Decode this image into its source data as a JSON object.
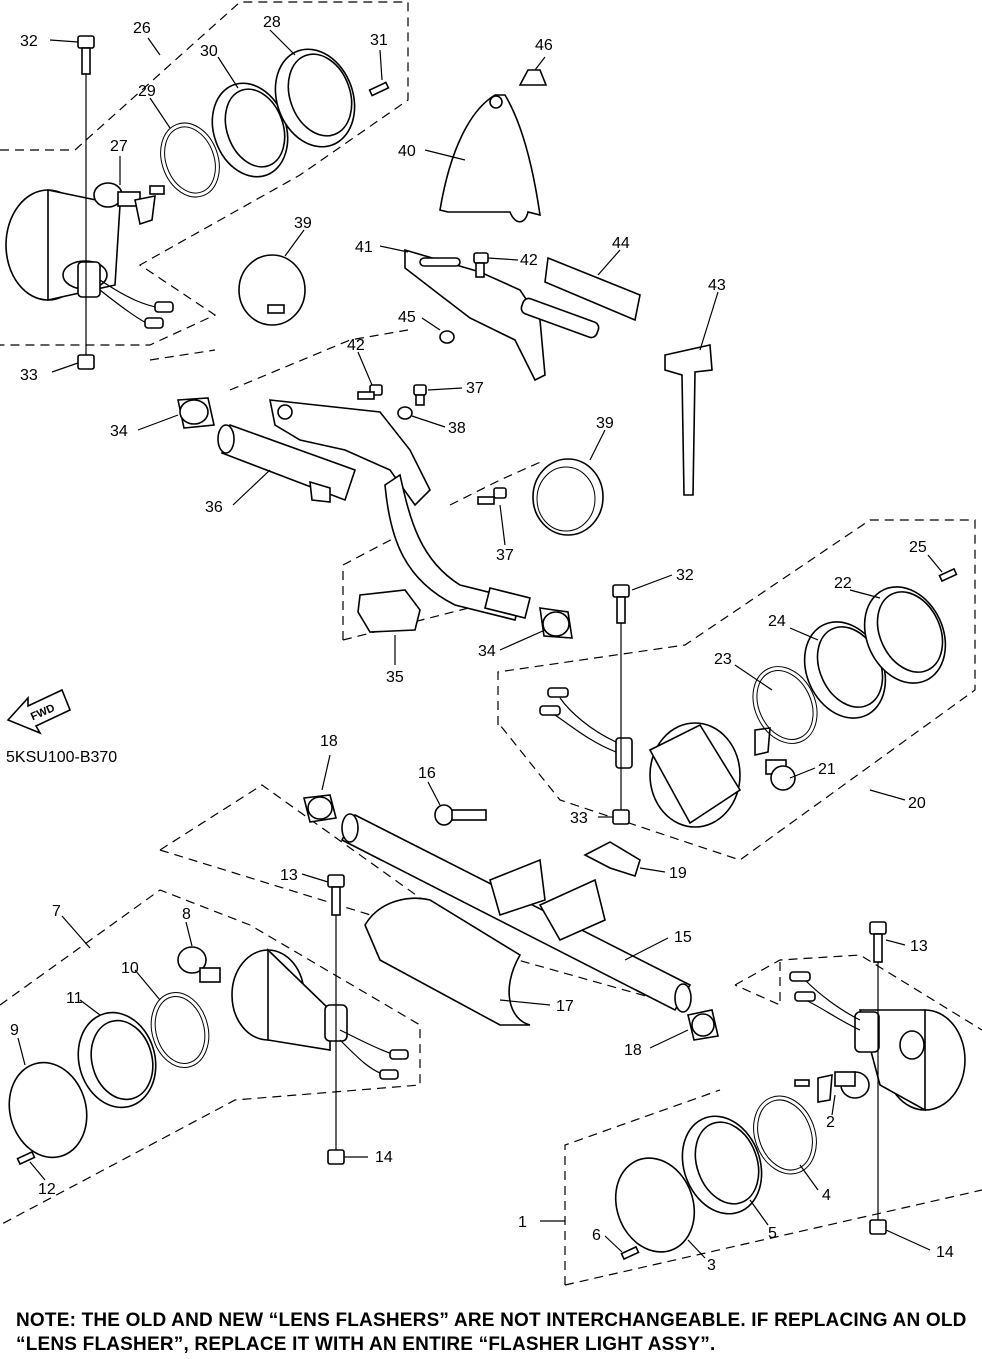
{
  "diagram_code": "5KSU100-B370",
  "fwd_label": "FWD",
  "note": "NOTE: THE OLD AND NEW “LENS FLASHERS” ARE NOT INTERCHANGEABLE. IF REPLACING AN OLD “LENS FLASHER”, REPLACE IT WITH AN ENTIRE “FLASHER LIGHT ASSY”.",
  "callouts": {
    "n1": "1",
    "n2": "2",
    "n3": "3",
    "n4": "4",
    "n5": "5",
    "n6": "6",
    "n7": "7",
    "n8": "8",
    "n9": "9",
    "n10": "10",
    "n11": "11",
    "n12": "12",
    "n13a": "13",
    "n13b": "13",
    "n14a": "14",
    "n14b": "14",
    "n15": "15",
    "n16": "16",
    "n17": "17",
    "n18a": "18",
    "n18b": "18",
    "n19": "19",
    "n20": "20",
    "n21": "21",
    "n22": "22",
    "n23": "23",
    "n24": "24",
    "n25": "25",
    "n26": "26",
    "n27": "27",
    "n28": "28",
    "n29": "29",
    "n30": "30",
    "n31": "31",
    "n32a": "32",
    "n32b": "32",
    "n33a": "33",
    "n33b": "33",
    "n34a": "34",
    "n34b": "34",
    "n35": "35",
    "n36": "36",
    "n37a": "37",
    "n37b": "37",
    "n38": "38",
    "n39a": "39",
    "n39b": "39",
    "n40": "40",
    "n41": "41",
    "n42a": "42",
    "n42b": "42",
    "n43": "43",
    "n44": "44",
    "n45": "45",
    "n46": "46"
  }
}
